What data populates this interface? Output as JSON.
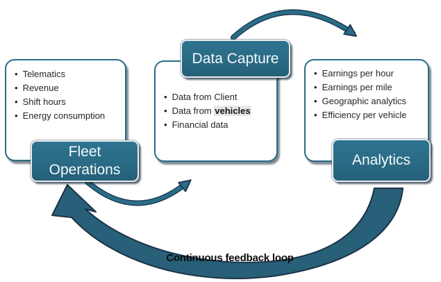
{
  "canvas": {
    "background": "#ffffff"
  },
  "palette": {
    "teal_label": "#2a6b85",
    "teal_label_light": "#2e7390",
    "teal_label_dark": "#255f78",
    "arrow_teal": "#2a6e88",
    "arrow_outline": "#1d3a50",
    "swoosh_fill": "#276078",
    "box_border": "#2a6b85",
    "bullet_text": "#262626",
    "label_text": "#f4f8fa",
    "highlight_bg": "#e7e7e7",
    "caption_text": "#0a0a0a"
  },
  "fleet": {
    "label": "Fleet Operations",
    "items": [
      "Telematics",
      "Revenue",
      "Shift hours",
      "Energy consumption"
    ]
  },
  "capture": {
    "label": "Data Capture",
    "items": [
      "Data from Client",
      "Data from vehicles",
      "Financial data"
    ],
    "item2_pre": "Data from ",
    "item2_highlight": "vehicles"
  },
  "analytics": {
    "label": "Analytics",
    "items": [
      "Earnings per hour",
      "Earnings per mile",
      "Geographic analytics",
      "Efficiency per vehicle"
    ]
  },
  "loop": {
    "caption": "Continuous feedback loop"
  },
  "arrows": {
    "top": "curved-arrow-data-capture-to-analytics",
    "middle": "curved-arrow-fleet-to-data-capture",
    "swoosh": "feedback-loop-arrow-analytics-to-fleet"
  },
  "bullet_glyph": "•"
}
